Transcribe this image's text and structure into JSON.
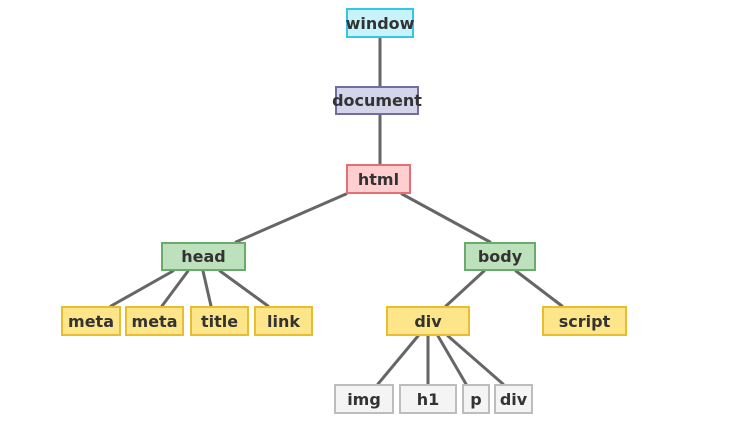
{
  "nodes": {
    "window": "window",
    "document": "document",
    "html": "html",
    "head": "head",
    "body": "body",
    "meta_1": "meta",
    "meta_2": "meta",
    "title": "title",
    "link": "link",
    "div_body": "div",
    "script": "script",
    "img": "img",
    "h1": "h1",
    "p": "p",
    "div_inner": "div"
  },
  "tree": {
    "window": [
      "document"
    ],
    "document": [
      "html"
    ],
    "html": [
      "head",
      "body"
    ],
    "head": [
      "meta_1",
      "meta_2",
      "title",
      "link"
    ],
    "body": [
      "div_body",
      "script"
    ],
    "div_body": [
      "img",
      "h1",
      "p",
      "div_inner"
    ]
  },
  "colors": {
    "window_fill": "#c9f3fb",
    "window_border": "#34c6e6",
    "document_fill": "#d4d4ea",
    "document_border": "#6f6e9e",
    "html_fill": "#ffcfd0",
    "html_border": "#e66f73",
    "head_body_fill": "#bde1bd",
    "head_body_border": "#6aaa6a",
    "element_fill": "#fde58a",
    "element_border": "#e9bd2f",
    "leaf_fill": "#f4f4f4",
    "leaf_border": "#bdbdbd",
    "edge": "#666666"
  }
}
